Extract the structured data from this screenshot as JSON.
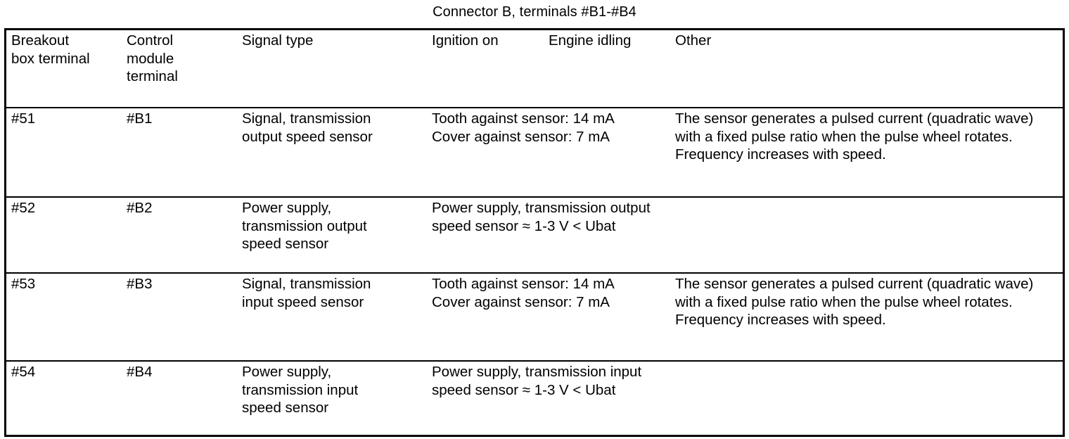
{
  "caption": "Connector B, terminals #B1-#B4",
  "table": {
    "headers": {
      "breakout_box_terminal": "Breakout\nbox terminal",
      "control_module_terminal": "Control\nmodule\nterminal",
      "signal_type": "Signal type",
      "ignition_on": "Ignition on",
      "engine_idling": "Engine idling",
      "other": "Other"
    },
    "rows": [
      {
        "breakout_box_terminal": "#51",
        "control_module_terminal": "#B1",
        "signal_type": "Signal, transmission\noutput speed sensor",
        "measurement": "Tooth against sensor: 14 mA\nCover against sensor: 7 mA",
        "other": "The sensor generates a pulsed current (quadratic wave) with a fixed pulse ratio when the pulse wheel rotates. Frequency increases with speed."
      },
      {
        "breakout_box_terminal": "#52",
        "control_module_terminal": "#B2",
        "signal_type": "Power supply,\ntransmission output\nspeed sensor",
        "measurement": "Power supply, transmission output speed sensor ≈ 1-3 V < Ubat",
        "other": ""
      },
      {
        "breakout_box_terminal": "#53",
        "control_module_terminal": "#B3",
        "signal_type": "Signal, transmission\ninput speed sensor",
        "measurement": "Tooth against sensor: 14 mA\nCover against sensor: 7 mA",
        "other": "The sensor generates a pulsed current (quadratic wave) with a fixed pulse ratio when the pulse wheel rotates. Frequency increases with speed."
      },
      {
        "breakout_box_terminal": "#54",
        "control_module_terminal": "#B4",
        "signal_type": "Power supply,\ntransmission input\nspeed sensor",
        "measurement": "Power supply, transmission input speed sensor ≈ 1-3 V < Ubat",
        "other": ""
      }
    ]
  },
  "colors": {
    "text": "#000000",
    "background": "#ffffff",
    "rule": "#000000"
  }
}
